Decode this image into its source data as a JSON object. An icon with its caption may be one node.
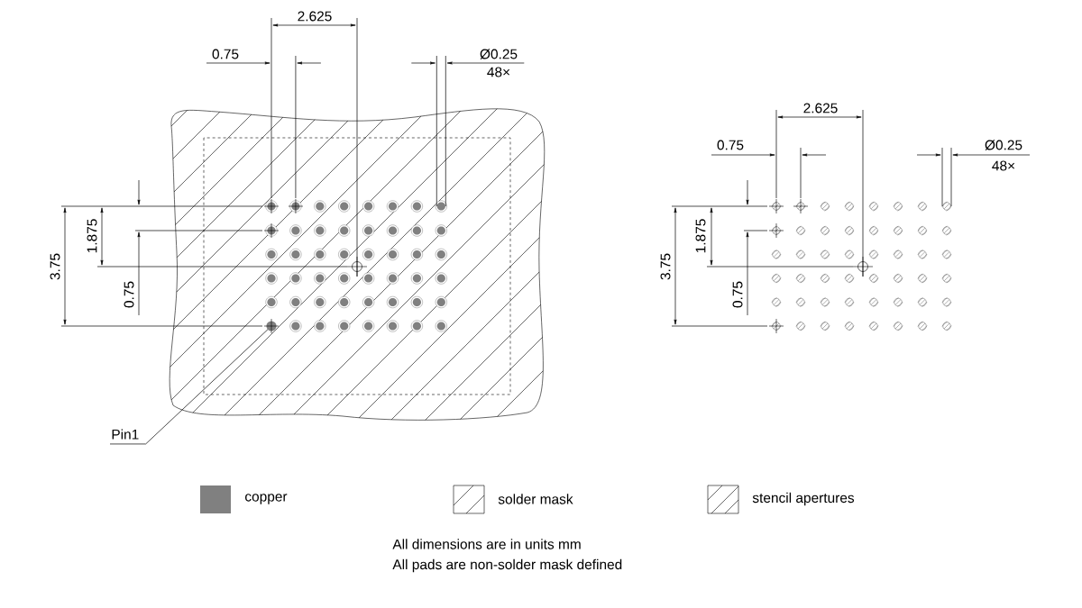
{
  "diagram": {
    "nodes": [
      {
        "text": [
          "Pin1"
        ]
      },
      {
        "text": [],
        "shape": "circle"
      }
    ],
    "edges": [
      {
        "from": 0,
        "to": 1,
        "arrow": "none"
      }
    ],
    "labels": [
      "2.625",
      "0.75",
      "Ø0.25",
      "48×",
      "3.75",
      "1.875",
      "0.75",
      "2.625",
      "0.75",
      "Ø0.25",
      "48×",
      "3.75",
      "1.875",
      "0.75",
      "All dimensions are in units mm",
      "All pads are non-solder mask defined"
    ],
    "legend": [
      {
        "text": "copper",
        "color": "#808080"
      },
      {
        "text": "solder mask"
      },
      {
        "text": "stencil apertures"
      }
    ]
  }
}
